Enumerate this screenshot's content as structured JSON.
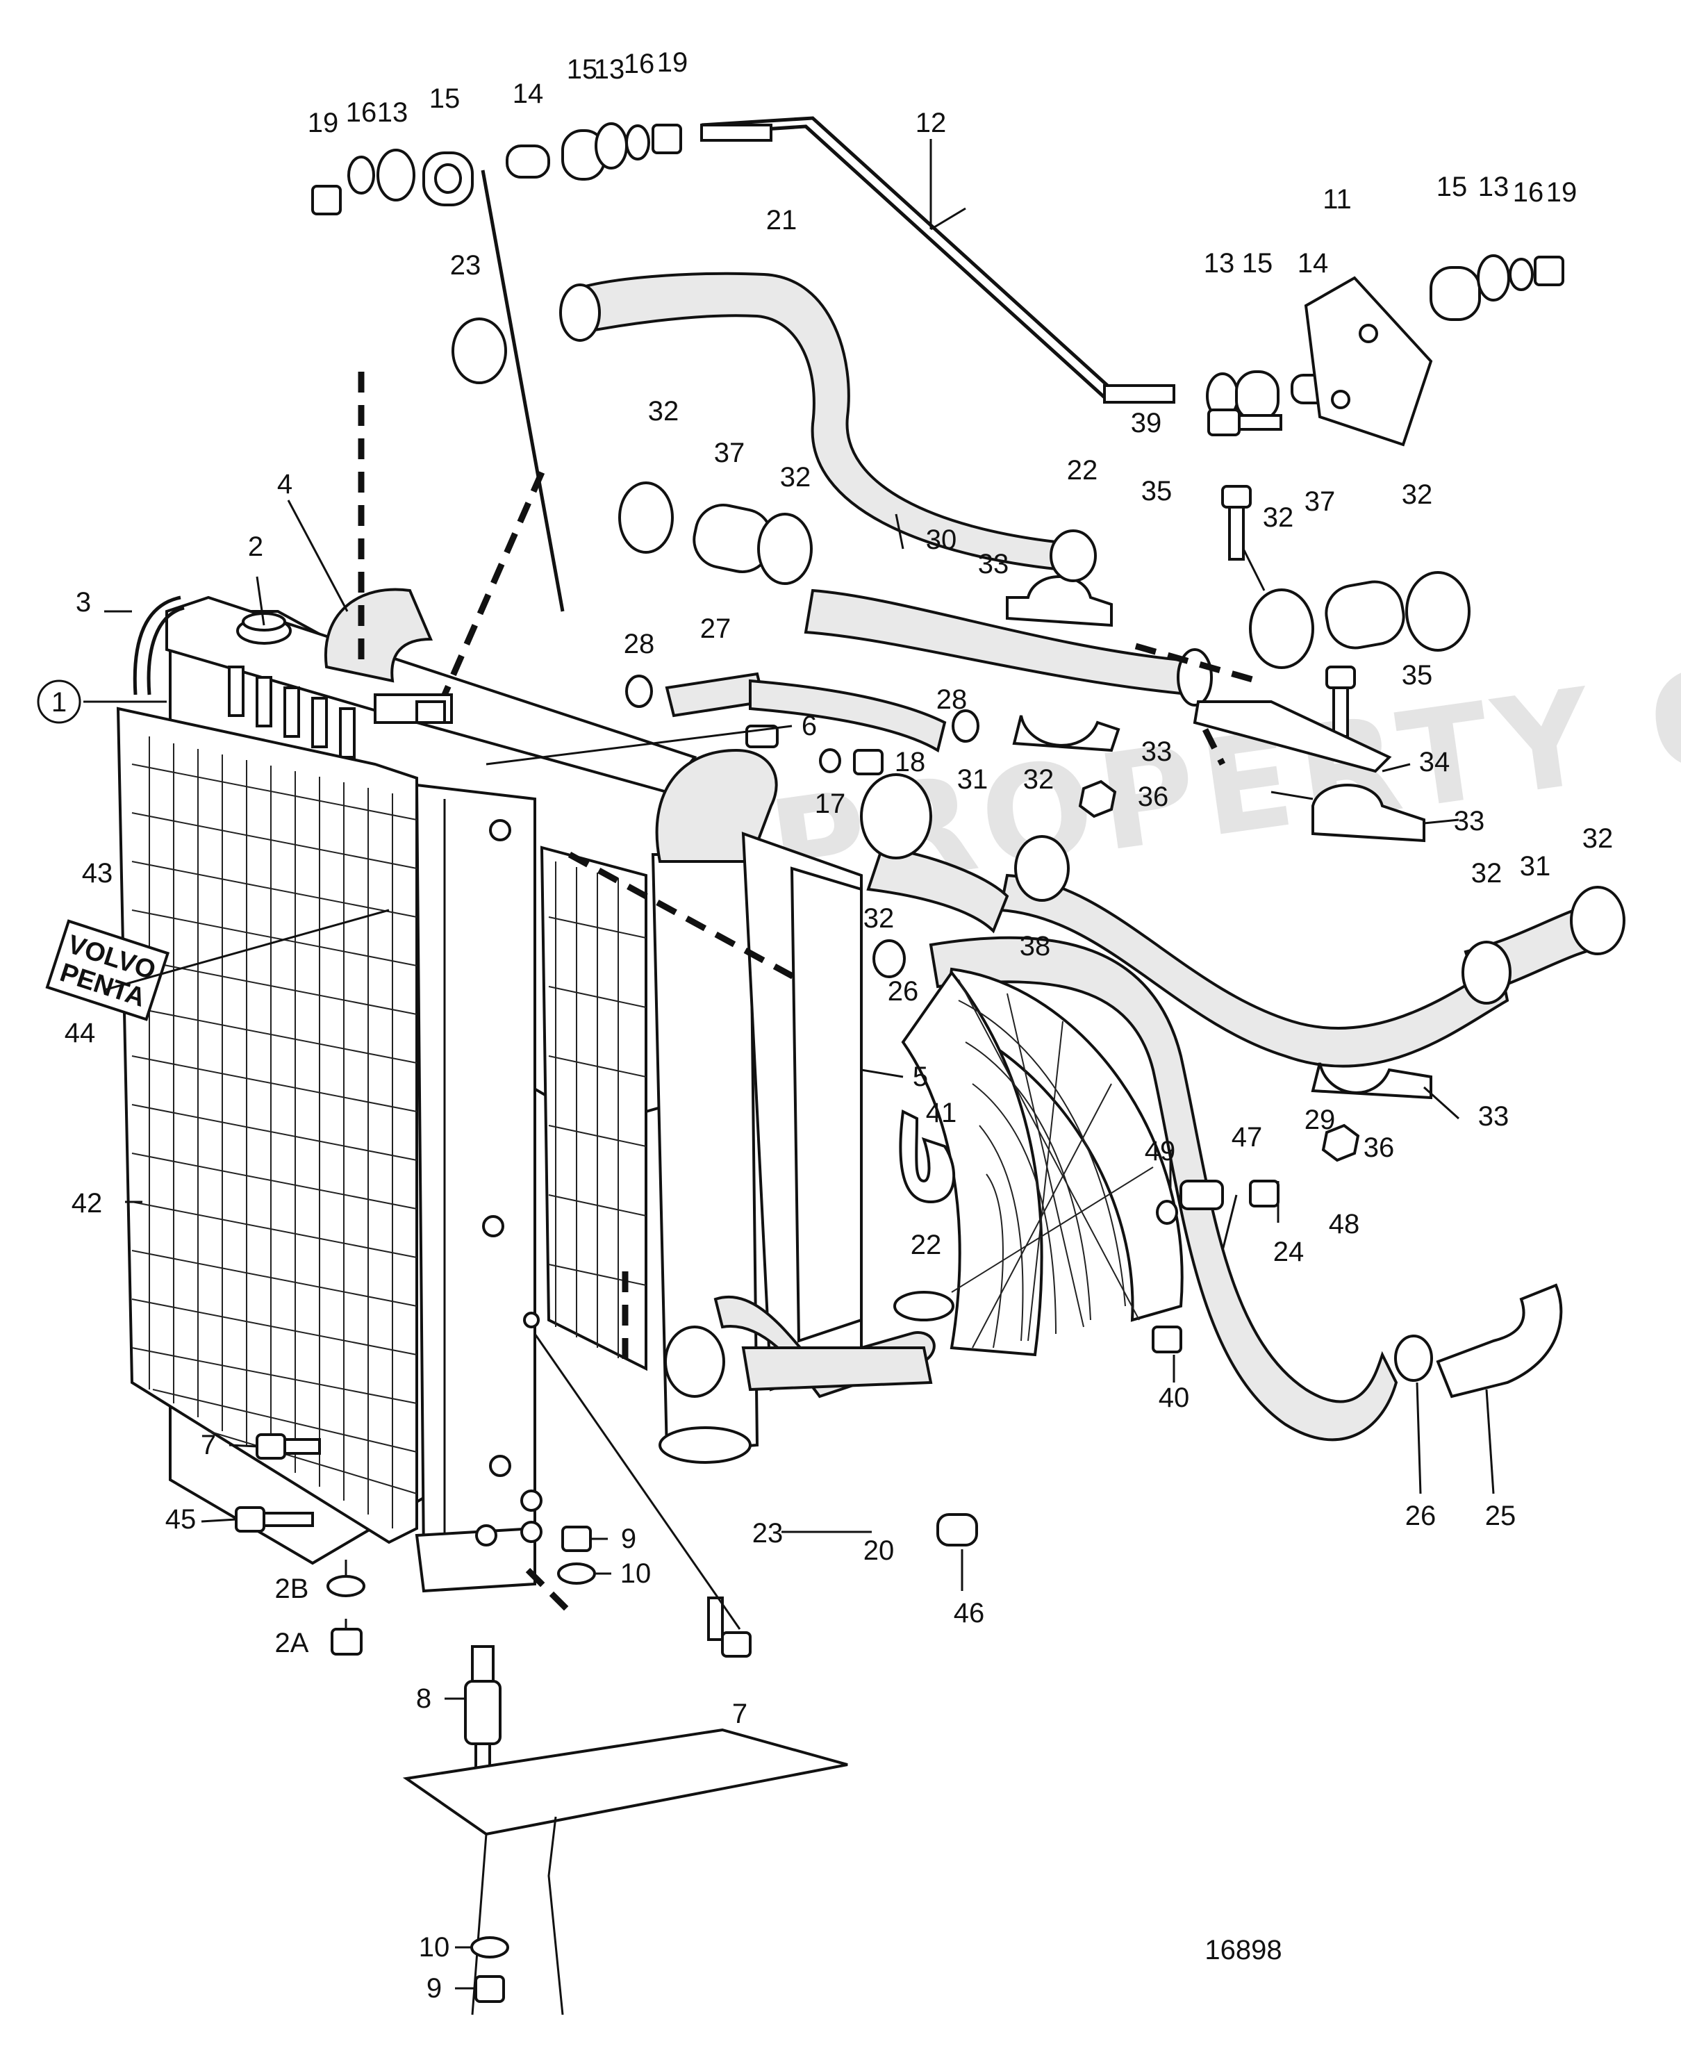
{
  "diagram": {
    "drawing_number": "16898",
    "callouts": [
      "1",
      "2",
      "2A",
      "2B",
      "3",
      "4",
      "5",
      "6",
      "7",
      "8",
      "9",
      "10",
      "11",
      "12",
      "13",
      "14",
      "15",
      "16",
      "17",
      "18",
      "19",
      "20",
      "21",
      "22",
      "23",
      "24",
      "25",
      "26",
      "27",
      "28",
      "29",
      "30",
      "31",
      "32",
      "33",
      "34",
      "35",
      "36",
      "37",
      "38",
      "39",
      "40",
      "41",
      "42",
      "43",
      "44",
      "45",
      "46",
      "47",
      "48",
      "49"
    ],
    "nameplate": {
      "line1": "VOLVO",
      "line2": "PENTA"
    },
    "watermark": "PROPERTY OF VOLVO PENTA"
  }
}
